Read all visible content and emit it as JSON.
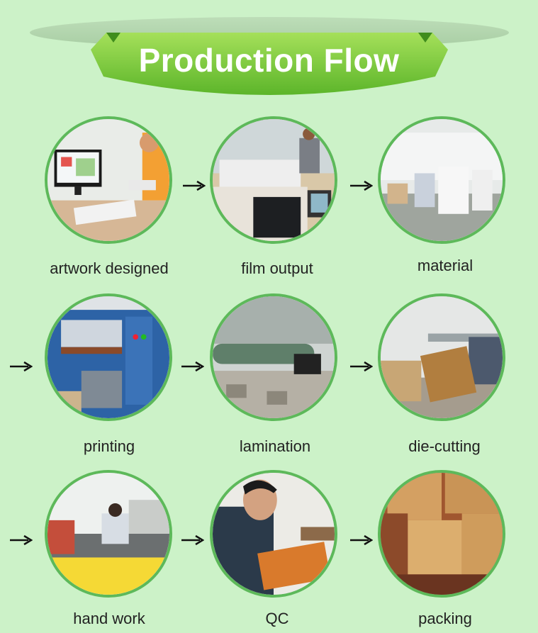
{
  "banner": {
    "title": "Production Flow"
  },
  "steps": [
    {
      "label": "artwork designed"
    },
    {
      "label": "film output"
    },
    {
      "label": "material"
    },
    {
      "label": "printing"
    },
    {
      "label": "lamination"
    },
    {
      "label": "die-cutting"
    },
    {
      "label": "hand work"
    },
    {
      "label": "QC"
    },
    {
      "label": "packing"
    }
  ],
  "colors": {
    "background": "#ccf2c8",
    "banner_green": "#7ccc3a",
    "circle_border": "#5db95a"
  }
}
